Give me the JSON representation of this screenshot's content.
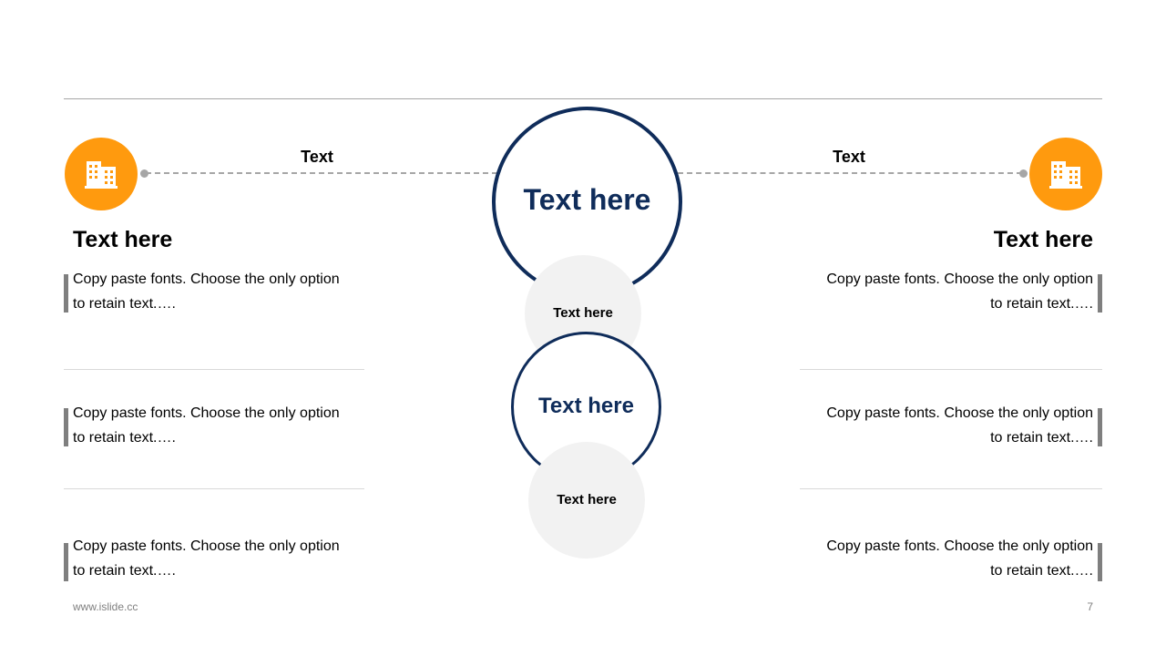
{
  "center": {
    "top_ring_label": "Text here",
    "top_grey_label": "Text here",
    "bottom_ring_label": "Text here",
    "bottom_grey_label": "Text here"
  },
  "left": {
    "connector_label": "Text",
    "title": "Text here",
    "items": [
      "Copy paste fonts. Choose the only option to retain text.….",
      "Copy paste fonts. Choose the only option to retain text.….",
      "Copy paste fonts. Choose the only option to retain text.…."
    ]
  },
  "right": {
    "connector_label": "Text",
    "title": "Text here",
    "items": [
      "Copy paste fonts. Choose the only option to retain text.….",
      "Copy paste fonts. Choose the only option to retain text.….",
      "Copy paste fonts. Choose the only option to retain text.…."
    ]
  },
  "footer": {
    "website": "www.islide.cc",
    "page_number": "7"
  },
  "colors": {
    "accent": "#ff9a0e",
    "navy": "#0f2c5a",
    "grey_circle": "#f2f2f2"
  },
  "icons": {
    "left": "building-icon",
    "right": "building-icon"
  }
}
